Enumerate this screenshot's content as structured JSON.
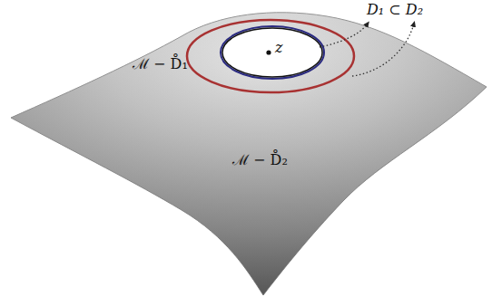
{
  "diagram": {
    "labels": [
      "D₁ ⊂ D₂",
      "z",
      "ℳ − D̊₁",
      "ℳ − D̊₂"
    ]
  }
}
